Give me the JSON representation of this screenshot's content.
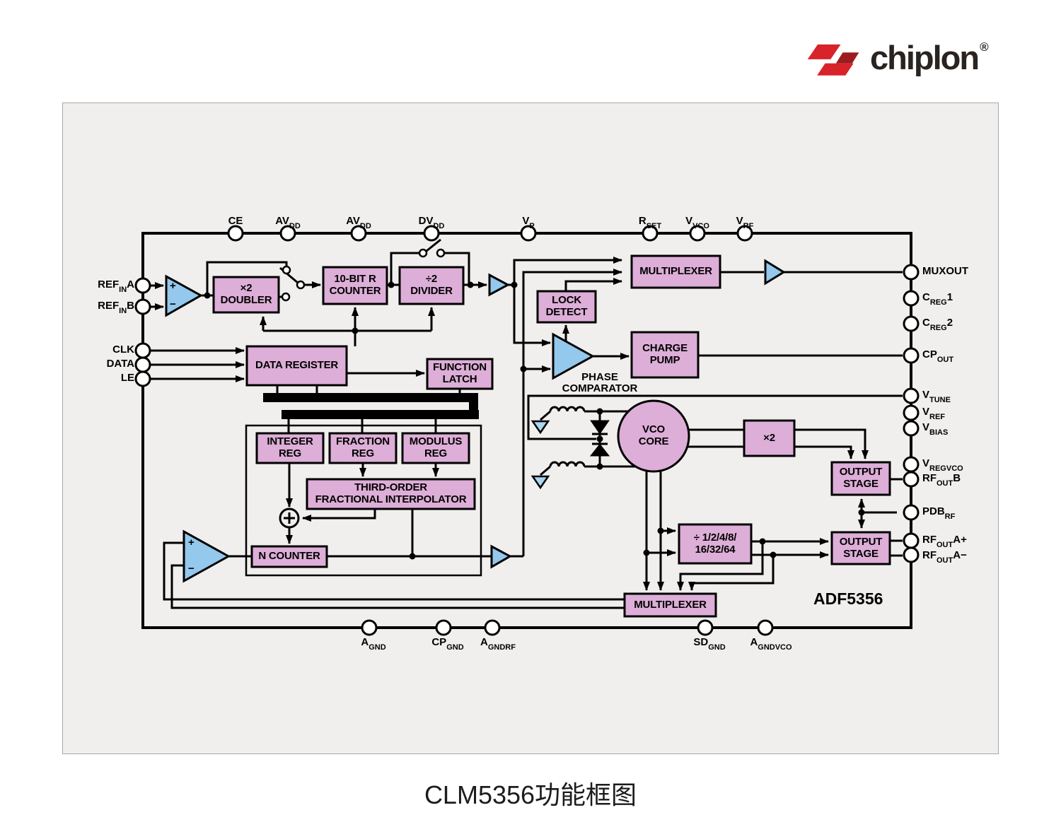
{
  "logo": {
    "brand": "chiplon",
    "reg": "®"
  },
  "caption": "CLM5356功能框图",
  "chip_label": "ADF5356",
  "labels": {
    "phase_comparator": "PHASE\nCOMPARATOR"
  },
  "signs": {
    "plus": "+",
    "minus": "−"
  },
  "colors": {
    "block_fill": "#DDAED7",
    "buffer_fill": "#94C8EC",
    "ground_fill": "#A9D5F2",
    "brand_red": "#D8232A",
    "brand_dark_red": "#9B1C20",
    "line": "#000000",
    "panel_bg": "#F0EFED"
  },
  "blocks": {
    "doubler": "×2\nDOUBLER",
    "r_counter": "10-BIT R\nCOUNTER",
    "divider2": "÷2\nDIVIDER",
    "multiplexer_top": "MULTIPLEXER",
    "lock_detect": "LOCK\nDETECT",
    "charge_pump": "CHARGE\nPUMP",
    "data_register": "DATA REGISTER",
    "function_latch": "FUNCTION\nLATCH",
    "integer_reg": "INTEGER\nREG",
    "fraction_reg": "FRACTION\nREG",
    "modulus_reg": "MODULUS\nREG",
    "interpolator": "THIRD-ORDER\nFRACTIONAL INTERPOLATOR",
    "n_counter": "N COUNTER",
    "vco_core": "VCO\nCORE",
    "x2": "×2",
    "rf_divider": "÷ 1/2/4/8/\n16/32/64",
    "output_stage_b": "OUTPUT\nSTAGE",
    "output_stage_a": "OUTPUT\nSTAGE",
    "multiplexer_bottom": "MULTIPLEXER"
  },
  "pins": {
    "top": [
      {
        "main": "CE"
      },
      {
        "main": "AV",
        "sub": "DD"
      },
      {
        "main": "AV",
        "sub": "DD"
      },
      {
        "main": "DV",
        "sub": "DD"
      },
      {
        "main": "V",
        "sub": "P"
      },
      {
        "main": "R",
        "sub": "SET"
      },
      {
        "main": "V",
        "sub": "VCO"
      },
      {
        "main": "V",
        "sub": "RF"
      }
    ],
    "left": [
      {
        "main": "REF",
        "sub": "IN",
        "suffix": "A"
      },
      {
        "main": "REF",
        "sub": "IN",
        "suffix": "B"
      },
      {
        "main": "CLK"
      },
      {
        "main": "DATA"
      },
      {
        "main": "LE"
      }
    ],
    "right": [
      {
        "main": "MUXOUT"
      },
      {
        "main": "C",
        "sub": "REG",
        "suffix": "1"
      },
      {
        "main": "C",
        "sub": "REG",
        "suffix": "2"
      },
      {
        "main": "CP",
        "sub": "OUT"
      },
      {
        "main": "V",
        "sub": "TUNE"
      },
      {
        "main": "V",
        "sub": "REF"
      },
      {
        "main": "V",
        "sub": "BIAS"
      },
      {
        "main": "V",
        "sub": "REGVCO"
      },
      {
        "main": "RF",
        "sub": "OUT",
        "suffix": "B"
      },
      {
        "main": "PDB",
        "sub": "RF"
      },
      {
        "main": "RF",
        "sub": "OUT",
        "suffix": "A+"
      },
      {
        "main": "RF",
        "sub": "OUT",
        "suffix": "A−"
      }
    ],
    "bottom": [
      {
        "main": "A",
        "sub": "GND"
      },
      {
        "main": "CP",
        "sub": "GND"
      },
      {
        "main": "A",
        "sub": "GNDRF"
      },
      {
        "main": "SD",
        "sub": "GND"
      },
      {
        "main": "A",
        "sub": "GNDVCO"
      }
    ]
  }
}
